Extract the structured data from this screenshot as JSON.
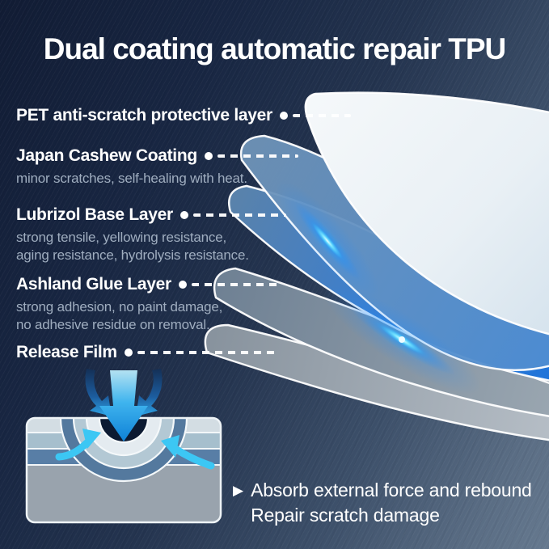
{
  "title": "Dual coating automatic repair TPU",
  "layers": [
    {
      "name": "PET anti-scratch protective layer",
      "desc": ""
    },
    {
      "name": "Japan Cashew Coating",
      "desc": "minor scratches, self-healing with heat."
    },
    {
      "name": "Lubrizol Base Layer",
      "desc": "strong tensile, yellowing resistance,\naging resistance, hydrolysis resistance."
    },
    {
      "name": "Ashland Glue Layer",
      "desc": "strong adhesion, no paint damage,\nno adhesive residue on removal."
    },
    {
      "name": "Release Film",
      "desc": ""
    }
  ],
  "caption": {
    "bullet": "▶",
    "line1": "Absorb external force and rebound",
    "line2": "Repair scratch damage"
  },
  "colors": {
    "background_dark_navy": "#15223e",
    "background_slate": "#64768c",
    "title_text": "#ffffff",
    "label_text": "#ffffff",
    "description_text": "#9fadbf",
    "pet_layer": "#f2f6f9",
    "cashew_layer": "#6e93b8",
    "lubrizol_layer": "#2e7fd9",
    "ashland_layer": "#74879b",
    "release_layer": "#98a3ad",
    "glow_cyan": "#35c8f5"
  }
}
